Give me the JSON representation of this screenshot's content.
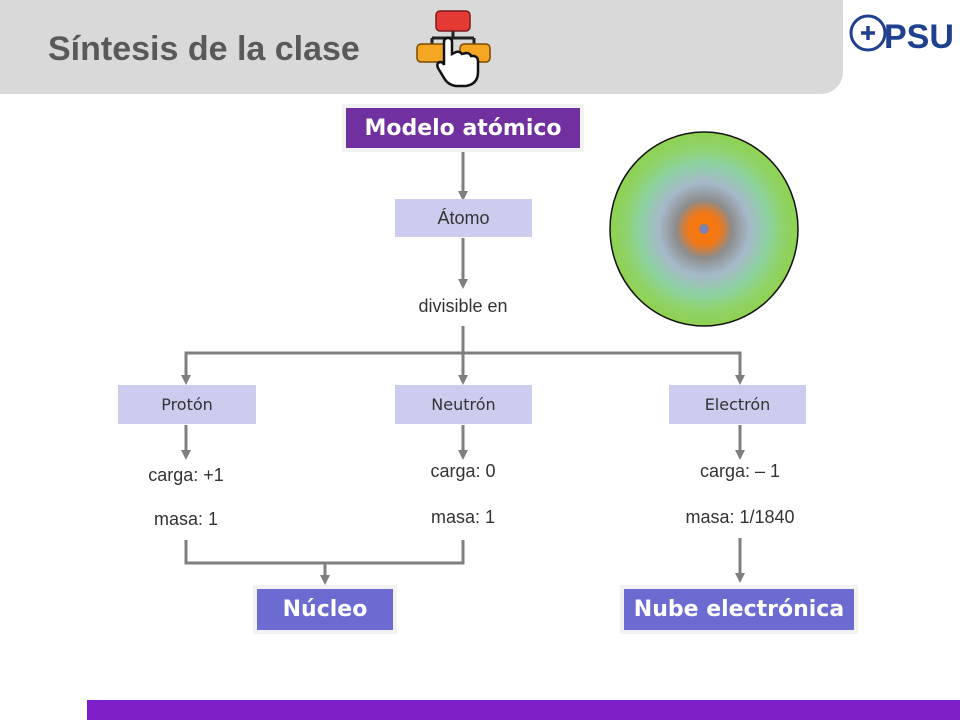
{
  "title": "Síntesis de la clase",
  "logo_text": "PSU",
  "diagram": {
    "root": "Modelo atómico",
    "atom": "Átomo",
    "connector": "divisible en",
    "particles": [
      {
        "name": "Protón",
        "charge": "carga: +1",
        "mass": "masa: 1"
      },
      {
        "name": "Neutrón",
        "charge": "carga: 0",
        "mass": "masa: 1"
      },
      {
        "name": "Electrón",
        "charge": "carga: – 1",
        "mass": "masa: 1/1840"
      }
    ],
    "nucleus": "Núcleo",
    "cloud": "Nube electrónica"
  },
  "colors": {
    "root_box": "#7030a0",
    "particle_box": "#ccccee",
    "result_box": "#6b6bd2",
    "footer_bar": "#7f1fc7",
    "header_bg": "#d9d9d9"
  }
}
